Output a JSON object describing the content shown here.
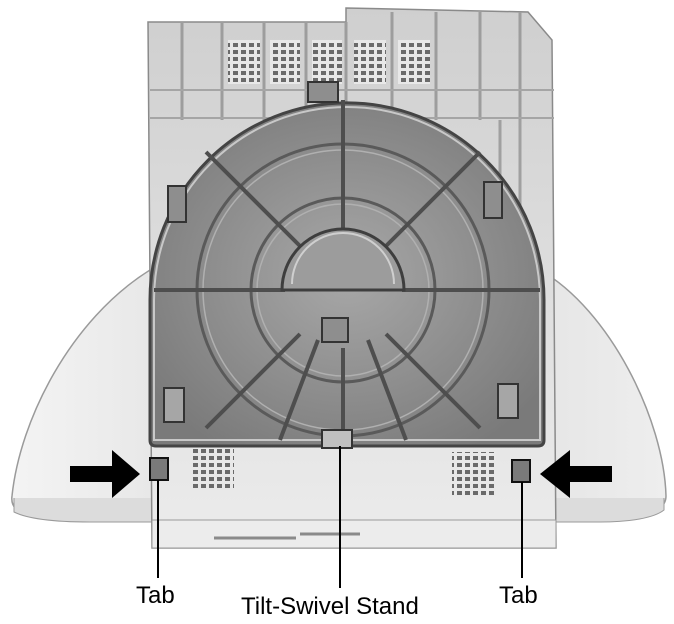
{
  "labels": {
    "tab_left": "Tab",
    "tab_right": "Tab",
    "stand": "Tilt-Swivel Stand"
  },
  "colors": {
    "background": "#ffffff",
    "plastic_light": "#e4e4e4",
    "plastic_mid": "#bdbdbd",
    "stand_base": "#8c8c8c",
    "stand_dark": "#555555",
    "ink": "#000000"
  }
}
